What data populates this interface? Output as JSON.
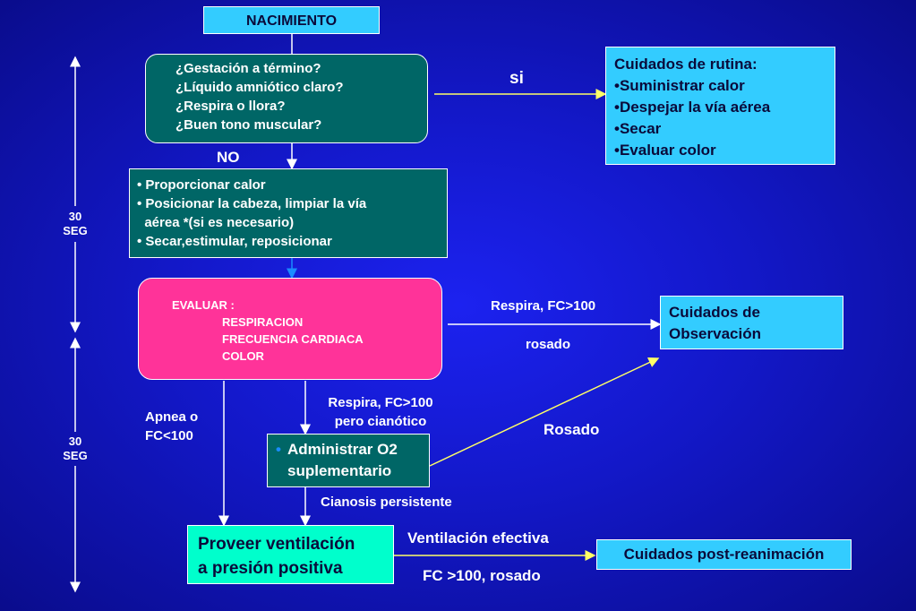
{
  "start": {
    "label": "NACIMIENTO"
  },
  "questions": {
    "lines": [
      "¿Gestación a término?",
      "¿Líquido amniótico claro?",
      "¿Respira o llora?",
      "¿Buen tono muscular?"
    ]
  },
  "routine_care": {
    "title": "Cuidados de rutina:",
    "items": [
      "•Suministrar calor",
      "•Despejar la vía aérea",
      "•Secar",
      "•Evaluar color"
    ]
  },
  "labels": {
    "si": "si",
    "no": "NO",
    "respira_fc": "Respira, FC>100",
    "rosado": "rosado",
    "respira_fc_cianotico_1": "Respira, FC>100",
    "respira_fc_cianotico_2": "pero cianótico",
    "apnea_1": "Apnea o",
    "apnea_2": "FC<100",
    "rosado_cap": "Rosado",
    "cianosis": "Cianosis persistente",
    "vent_efectiva": "Ventilación efectiva",
    "fc_rosado": "FC >100, rosado"
  },
  "initial_steps": {
    "items": [
      "• Proporcionar calor",
      "• Posicionar la cabeza, limpiar la vía",
      "  aérea *(si es necesario)",
      "• Secar,estimular, reposicionar"
    ]
  },
  "evaluate": {
    "title": "EVALUAR :",
    "items": [
      "RESPIRACION",
      "FRECUENCIA CARDIACA",
      "COLOR"
    ]
  },
  "observation": {
    "lines": [
      "Cuidados de",
      "Observación"
    ]
  },
  "oxygen": {
    "bullet": "•",
    "lines": [
      "Administrar O2",
      "suplementario"
    ]
  },
  "ventilation": {
    "lines": [
      "Proveer ventilación",
      "a presión positiva"
    ]
  },
  "post_care": {
    "label": "Cuidados post-reanimación"
  },
  "timeline": {
    "top": [
      "30",
      "SEG"
    ],
    "bottom": [
      "30",
      "SEG"
    ]
  },
  "colors": {
    "bg": "#1318c8",
    "cyan": "#33ccff",
    "teal": "#006666",
    "pink": "#ff3399",
    "aqua": "#00ffcc",
    "arrow_yellow": "#ffff66"
  }
}
